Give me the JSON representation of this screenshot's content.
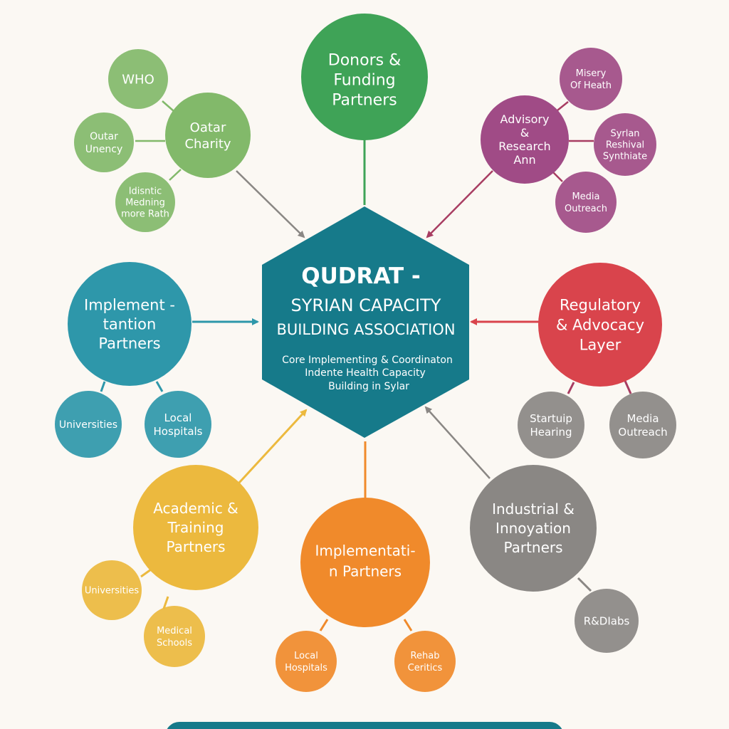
{
  "center": {
    "title": "QUDRAT -",
    "line2": "SYRIAN CAPACITY",
    "line3": "BUILDING ASSOCIATION",
    "desc1": "Core Implementing & Coordinaton",
    "desc2": "Indente Health Capacity",
    "desc3": "Building in Sylar"
  },
  "colors": {
    "green": "#3fa357",
    "light_green": "#82b96a",
    "purple": "#a04b86",
    "red_purple": "#a83d62",
    "red": "#d9444c",
    "teal": "#2e97aa",
    "yellow": "#ecb93e",
    "orange": "#f08a2b",
    "gray": "#8a8784",
    "center": "#167a8a"
  },
  "groups": {
    "donors": {
      "lines": [
        "Donors &",
        "Funding",
        "Partners"
      ],
      "children": []
    },
    "qatar": {
      "lines": [
        "Oatar",
        "Charity"
      ],
      "children": [
        {
          "lines": [
            "WHO"
          ]
        },
        {
          "lines": [
            "Outar",
            "Unency"
          ]
        },
        {
          "lines": [
            "Idisntic",
            "Medning",
            "more Rath"
          ]
        }
      ]
    },
    "advisory": {
      "lines": [
        "Advisory",
        "&",
        "Research",
        "Ann"
      ],
      "children": [
        {
          "lines": [
            "Misery",
            "Of Heath"
          ]
        },
        {
          "lines": [
            "Syrlan",
            "Reshival",
            "Synthiate"
          ]
        },
        {
          "lines": [
            "Media",
            "Outreach"
          ]
        }
      ]
    },
    "implement_left": {
      "lines": [
        "Implement -",
        "tantion",
        "Partners"
      ],
      "children": [
        {
          "lines": [
            "Universities"
          ]
        },
        {
          "lines": [
            "Local",
            "Hospitals"
          ]
        }
      ]
    },
    "regulatory": {
      "lines": [
        "Regulatory",
        "& Advocacy",
        "Layer"
      ],
      "children": [
        {
          "lines": [
            "Startuip",
            "Hearing"
          ]
        },
        {
          "lines": [
            "Media",
            "Outreach"
          ]
        }
      ]
    },
    "academic": {
      "lines": [
        "Academic &",
        "Training",
        "Partners"
      ],
      "children": [
        {
          "lines": [
            "Universities"
          ]
        },
        {
          "lines": [
            "Medical",
            "Schools"
          ]
        }
      ]
    },
    "implement_bottom": {
      "lines": [
        "Implementati-",
        "n Partners"
      ],
      "children": [
        {
          "lines": [
            "Local",
            "Hospitals"
          ]
        },
        {
          "lines": [
            "Rehab",
            "Ceritics"
          ]
        }
      ]
    },
    "industrial": {
      "lines": [
        "Industrial &",
        "Innoyation",
        "Partners"
      ],
      "children": [
        {
          "lines": [
            "R&DIabs"
          ]
        }
      ]
    }
  }
}
